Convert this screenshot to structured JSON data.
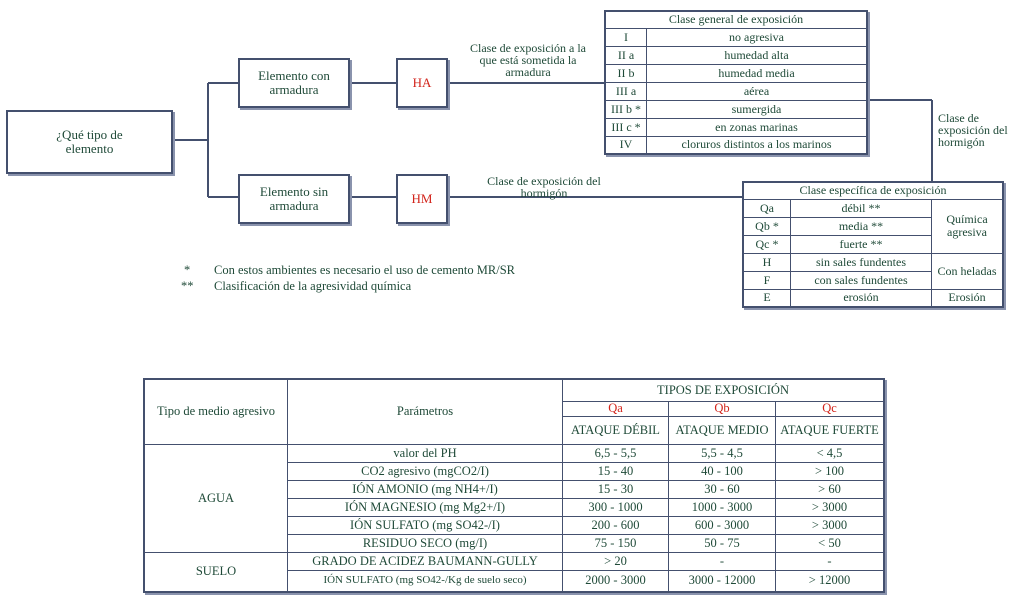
{
  "flow": {
    "question": "¿Qué tipo de elemento",
    "with_rebar": "Elemento con armadura",
    "without_rebar": "Elemento sin armadura",
    "ha": "HA",
    "hm": "HM",
    "label_rebar_exposure": "Clase de exposición a la que está sometida la armadura",
    "label_concrete_exposure_lower": "Clase de exposición del hormigón",
    "label_concrete_exposure_right": "Clase de exposición del hormigón"
  },
  "general_class": {
    "title": "Clase general de exposición",
    "rows": [
      {
        "code": "I",
        "desc": "no agresiva"
      },
      {
        "code": "II a",
        "desc": "humedad alta"
      },
      {
        "code": "II b",
        "desc": "humedad media"
      },
      {
        "code": "III a",
        "desc": "aérea"
      },
      {
        "code": "III b *",
        "desc": "sumergida"
      },
      {
        "code": "III c *",
        "desc": "en zonas marinas"
      },
      {
        "code": "IV",
        "desc": "cloruros distintos a los  marinos"
      }
    ]
  },
  "specific_class": {
    "title": "Clase específica de exposición",
    "rows": [
      {
        "code": "Qa",
        "desc": "débil **"
      },
      {
        "code": "Qb *",
        "desc": "media **"
      },
      {
        "code": "Qc *",
        "desc": "fuerte **"
      },
      {
        "code": "H",
        "desc": "sin sales fundentes"
      },
      {
        "code": "F",
        "desc": "con sales fundentes"
      },
      {
        "code": "E",
        "desc": "erosión"
      }
    ],
    "group_chemical": "Química agresiva",
    "group_frost": "Con heladas",
    "group_erosion": "Erosión"
  },
  "notes": {
    "star1_symbol": "*",
    "star1_text": "Con estos ambientes es necesario el uso de cemento MR/SR",
    "star2_symbol": "**",
    "star2_text": "Clasificación de la agresividad química"
  },
  "aggressive_table": {
    "col_medium": "Tipo de medio agresivo",
    "col_params": "Parámetros",
    "col_types": "TIPOS DE EXPOSICIÓN",
    "class_a": "Qa",
    "class_b": "Qb",
    "class_c": "Qc",
    "attack_a": "ATAQUE DÉBIL",
    "attack_b": "ATAQUE MEDIO",
    "attack_c": "ATAQUE FUERTE",
    "medium_water": "AGUA",
    "medium_soil": "SUELO",
    "rows": [
      {
        "param": "valor del PH",
        "a": "6,5 - 5,5",
        "b": "5,5 - 4,5",
        "c": "< 4,5"
      },
      {
        "param": "CO2 agresivo (mgCO2/I)",
        "a": "15 - 40",
        "b": "40 - 100",
        "c": "> 100"
      },
      {
        "param": "IÓN AMONIO (mg NH4+/I)",
        "a": "15 - 30",
        "b": "30 - 60",
        "c": "> 60"
      },
      {
        "param": "IÓN MAGNESIO (mg Mg2+/I)",
        "a": "300 - 1000",
        "b": "1000 - 3000",
        "c": "> 3000"
      },
      {
        "param": "IÓN SULFATO (mg SO42-/I)",
        "a": "200 - 600",
        "b": "600 - 3000",
        "c": "> 3000"
      },
      {
        "param": "RESIDUO SECO (mg/I)",
        "a": "75 - 150",
        "b": "50 - 75",
        "c": "< 50"
      },
      {
        "param": "GRADO DE ACIDEZ BAUMANN-GULLY",
        "a": "> 20",
        "b": "-",
        "c": "-"
      },
      {
        "param": "IÓN SULFATO (mg SO42-/Kg de suelo seco)",
        "a": "2000 - 3000",
        "b": "3000 - 12000",
        "c": "> 12000"
      }
    ]
  }
}
